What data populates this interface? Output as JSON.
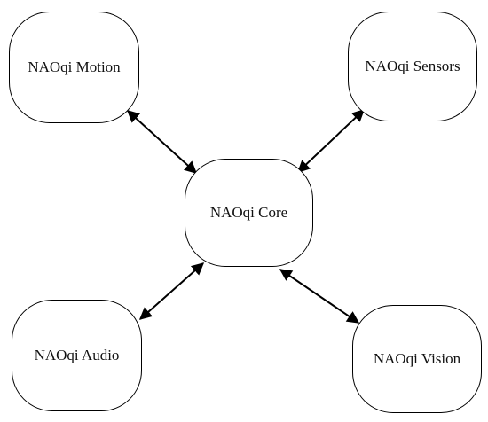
{
  "nodes": {
    "motion": "NAOqi Motion",
    "sensors": "NAOqi Sensors",
    "core": "NAOqi Core",
    "audio": "NAOqi Audio",
    "vision": "NAOqi Vision"
  },
  "colors": {
    "stroke": "#000000",
    "background": "#ffffff",
    "text": "#111111"
  }
}
